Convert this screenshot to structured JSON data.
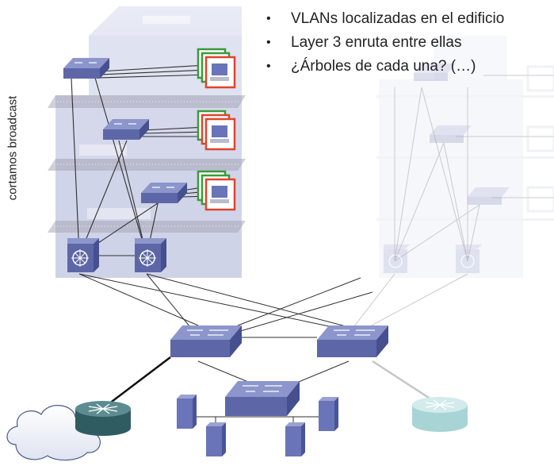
{
  "bullets": [
    "VLANs localizadas en el edificio",
    "Layer 3 enruta entre ellas",
    "¿Árboles de cada una? (…)"
  ],
  "side_label": "cortamos broadcast",
  "colors": {
    "switch_top": "#8c96cc",
    "switch_front": "#5d67a8",
    "router": "#3c6e72",
    "router_faded": "#a9d4d6",
    "building": "#c8cbe0",
    "monitor_red": "#e0442c",
    "monitor_green": "#3a9a3a"
  },
  "icons": [
    "access-switch-icon",
    "multilayer-switch-icon",
    "core-switch-icon",
    "router-icon",
    "server-icon",
    "workstation-icon",
    "cloud-icon"
  ]
}
